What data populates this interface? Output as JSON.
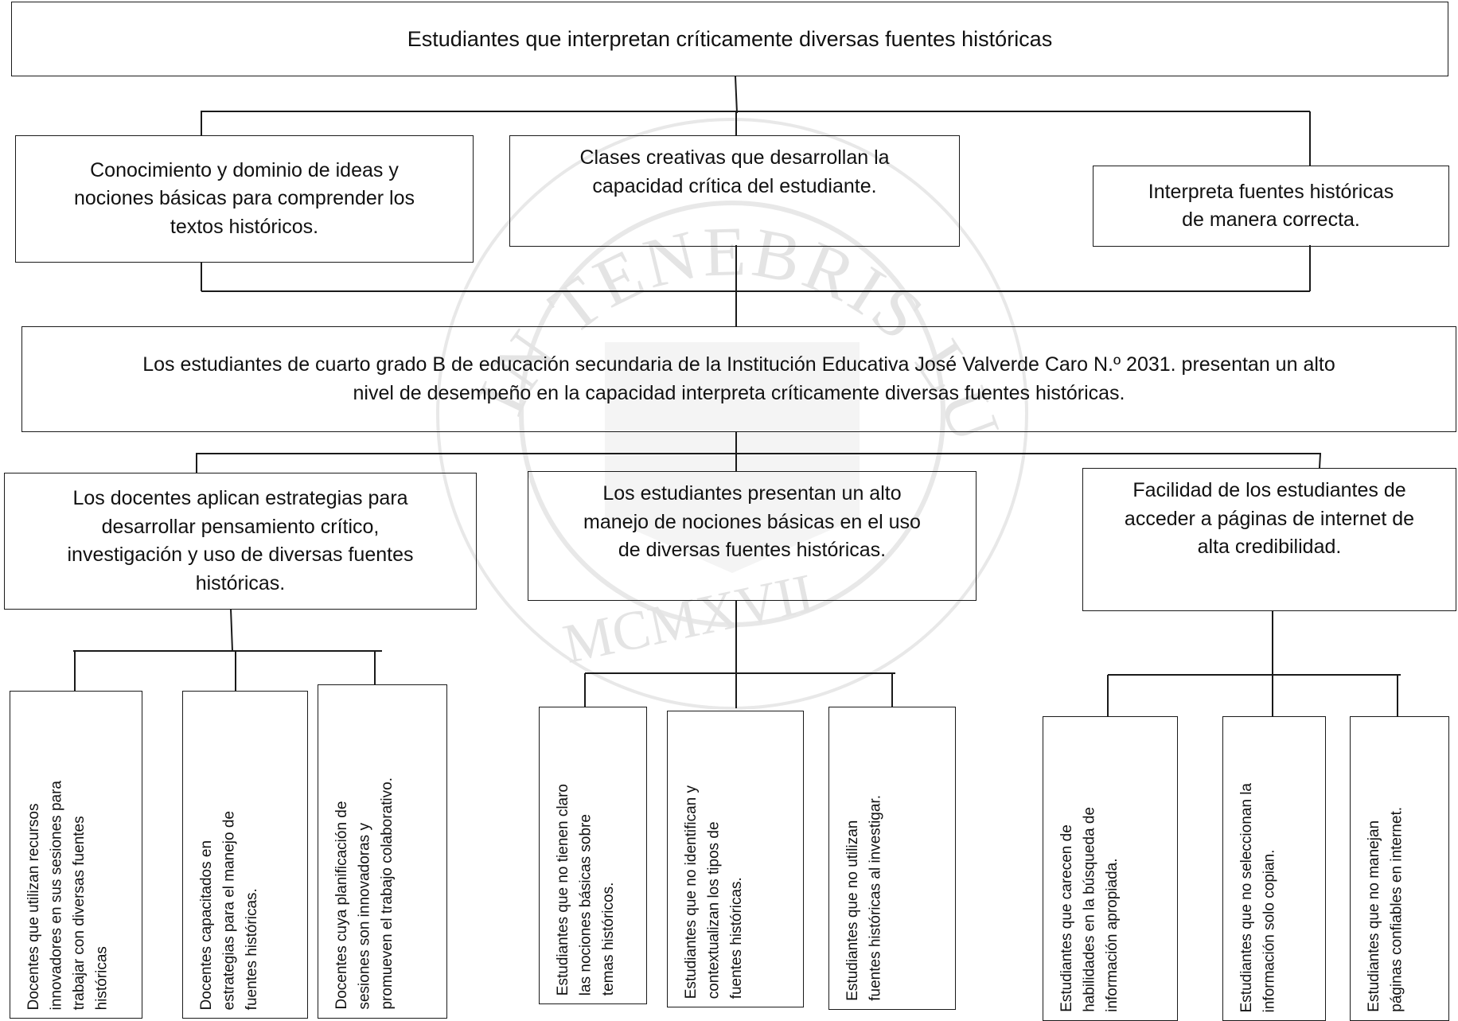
{
  "title": "Estudiantes que interpretan críticamente diversas fuentes históricas",
  "top_boxes": [
    "Conocimiento y dominio de ideas y\nnociones básicas para comprender los\ntextos históricos.",
    "Clases creativas que desarrollan la\ncapacidad crítica del estudiante.",
    "Interpreta fuentes históricas\nde manera correcta."
  ],
  "central": "Los estudiantes de cuarto grado B de educación secundaria de la Institución Educativa José Valverde Caro N.º 2031. presentan un alto\nnivel de desempeño en la capacidad interpreta críticamente diversas fuentes históricas.",
  "middle_boxes": [
    "Los docentes aplican estrategias para\ndesarrollar pensamiento crítico,\ninvestigación y uso de diversas fuentes\nhistóricas.",
    "Los estudiantes presentan un alto\nmanejo   de nociones básicas en el uso\nde diversas fuentes históricas.",
    "Facilidad de los estudiantes de\nacceder a páginas de internet de\nalta credibilidad."
  ],
  "leaves_left": [
    "Docentes que utilizan recursos\ninnovadores en sus sesiones para\ntrabajar con diversas fuentes\nhistóricas",
    "Docentes capacitados en\nestrategias para el manejo de\nfuentes históricas.",
    "Docentes cuya planificación de\nsesiones son innovadoras y\npromueven el trabajo colaborativo."
  ],
  "leaves_center": [
    "Estudiantes que no tienen claro\nlas nociones básicas sobre\ntemas históricos.",
    "Estudiantes que no identifican y\ncontextualizan los tipos de\nfuentes históricas.",
    "Estudiantes que no utilizan\nfuentes históricas al investigar."
  ],
  "leaves_right": [
    "Estudiantes que carecen de\nhabilidades en la búsqueda de\ninformación apropiada.",
    "Estudiantes que no seleccionan la\ninformación solo copian.",
    "Estudiantes que no manejan\npáginas confiables en internet."
  ],
  "watermark": {
    "arc_text": "LUX IN TENEBRIS LUCET",
    "year": "MCMXVII",
    "color": "#e4e4e4"
  },
  "colors": {
    "border": "#1a1a1a",
    "text": "#111111"
  }
}
